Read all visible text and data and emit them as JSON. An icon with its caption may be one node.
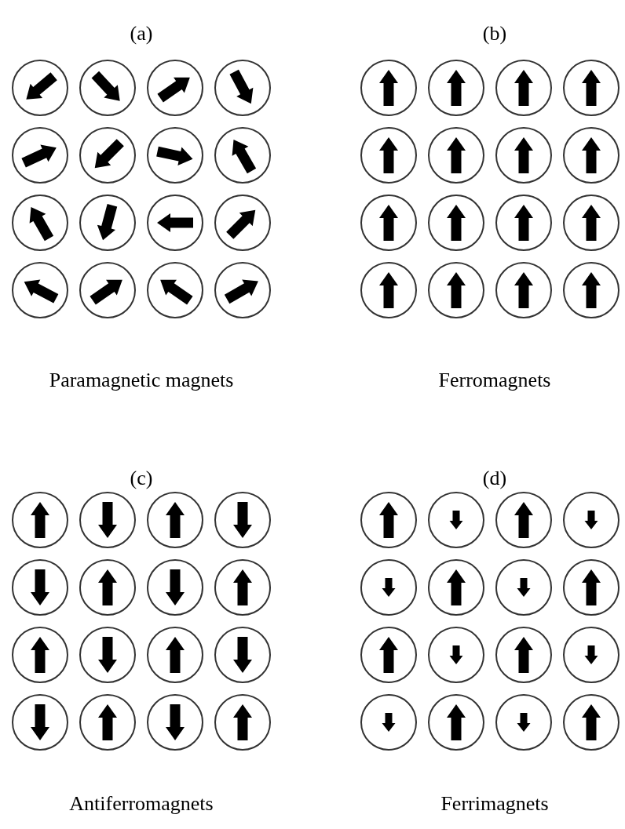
{
  "diagram": {
    "labels": [
      "(a)",
      "(b)",
      "Paramagnetic magnets",
      "Ferromagnets",
      "(c)",
      "(d)",
      "Antiferromagnets",
      "Ferrimagnets"
    ]
  }
}
